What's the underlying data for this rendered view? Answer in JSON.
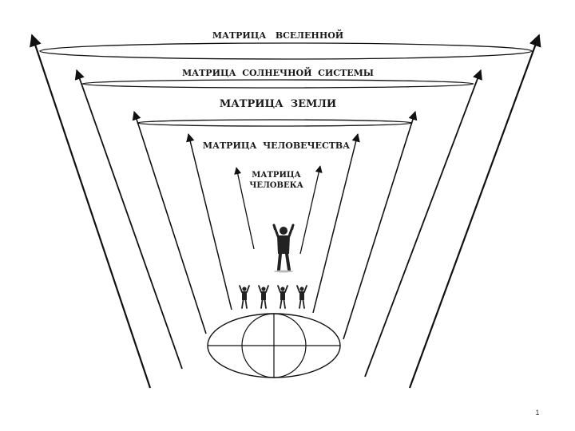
{
  "slide": {
    "page_number": "1"
  },
  "diagram": {
    "levels": [
      {
        "label": "МАТРИЦА   ВСЕЛЕННОЙ"
      },
      {
        "label": "МАТРИЦА  СОЛНЕЧНОЙ  СИСТЕМЫ"
      },
      {
        "label": "МАТРИЦА  ЗЕМЛИ"
      },
      {
        "label": "МАТРИЦА  ЧЕЛОВЕЧЕСТВА"
      }
    ],
    "person_label": {
      "line1": "МАТРИЦА",
      "line2": "ЧЕЛОВЕКА"
    },
    "group_figure_count": 4
  },
  "colors": {
    "ink": "#111111",
    "label": "#1a1a1a",
    "background": "#ffffff"
  }
}
